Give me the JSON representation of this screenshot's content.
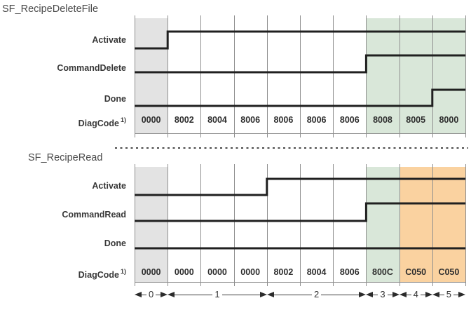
{
  "palette": {
    "shade_gray": "#e3e3e3",
    "shade_green": "#d9e7d9",
    "shade_orange": "#fad2a0",
    "signal_line": "#202020",
    "grid_line": "#8f8f8f",
    "label_text": "#383838",
    "title_text": "#4a4a4a"
  },
  "diagrams": [
    {
      "title": "SF_RecipeDeleteFile",
      "signals": [
        {
          "label": "Activate",
          "wave": [
            0,
            1,
            1,
            1,
            1,
            1,
            1,
            1,
            1,
            1
          ]
        },
        {
          "label": "CommandDelete",
          "wave": [
            0,
            0,
            0,
            0,
            0,
            0,
            0,
            1,
            1,
            1
          ]
        },
        {
          "label": "Done",
          "wave": [
            0,
            0,
            0,
            0,
            0,
            0,
            0,
            0,
            0,
            1
          ]
        }
      ],
      "diag_row": {
        "label": "DiagCode",
        "sup": "1)",
        "codes": [
          "0000",
          "8002",
          "8004",
          "8006",
          "8006",
          "8006",
          "8006",
          "8008",
          "8005",
          "8000"
        ]
      },
      "column_shading": [
        "gray",
        "",
        "",
        "",
        "",
        "",
        "",
        "green",
        "green",
        "green"
      ]
    },
    {
      "title": "SF_RecipeRead",
      "signals": [
        {
          "label": "Activate",
          "wave": [
            0,
            0,
            0,
            0,
            1,
            1,
            1,
            1,
            1,
            1
          ]
        },
        {
          "label": "CommandRead",
          "wave": [
            0,
            0,
            0,
            0,
            0,
            0,
            0,
            1,
            1,
            1
          ]
        },
        {
          "label": "Done",
          "wave": [
            0,
            0,
            0,
            0,
            0,
            0,
            0,
            0,
            0,
            0
          ]
        }
      ],
      "diag_row": {
        "label": "DiagCode",
        "sup": "1)",
        "codes": [
          "0000",
          "0000",
          "0000",
          "0000",
          "8002",
          "8004",
          "8006",
          "800C",
          "C050",
          "C050"
        ]
      },
      "column_shading": [
        "gray",
        "",
        "",
        "",
        "",
        "",
        "",
        "green",
        "orange",
        "orange"
      ]
    }
  ],
  "phase_axis": {
    "phases": [
      {
        "label": "0",
        "from_col": 0,
        "to_col": 1
      },
      {
        "label": "1",
        "from_col": 1,
        "to_col": 4
      },
      {
        "label": "2",
        "from_col": 4,
        "to_col": 7
      },
      {
        "label": "3",
        "from_col": 7,
        "to_col": 8
      },
      {
        "label": "4",
        "from_col": 8,
        "to_col": 9
      },
      {
        "label": "5",
        "from_col": 9,
        "to_col": 10
      }
    ]
  }
}
